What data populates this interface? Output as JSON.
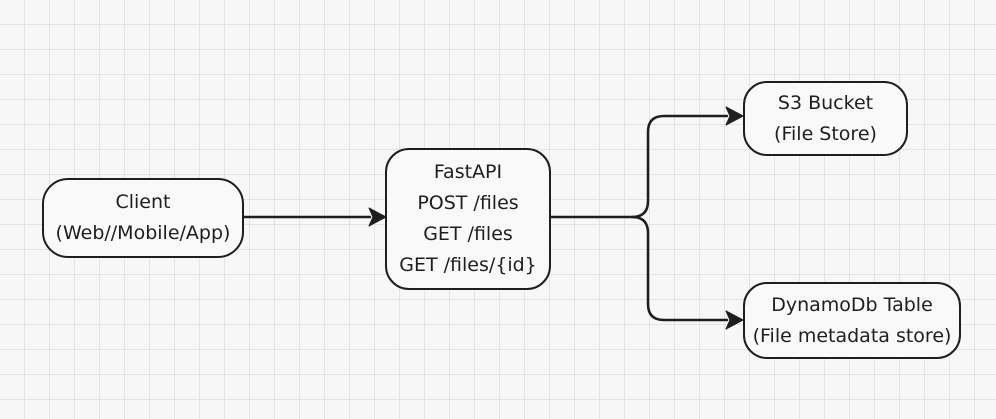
{
  "diagram": {
    "nodes": {
      "client": {
        "lines": [
          "Client",
          "(Web//Mobile/App)"
        ]
      },
      "api": {
        "lines": [
          "FastAPI",
          "POST /files",
          "GET /files",
          "GET /files/{id}"
        ]
      },
      "s3": {
        "lines": [
          "S3 Bucket",
          "(File Store)"
        ]
      },
      "db": {
        "lines": [
          "DynamoDb Table",
          "(File metadata store)"
        ]
      }
    },
    "edges": [
      {
        "from": "client",
        "to": "api"
      },
      {
        "from": "api",
        "to": "s3"
      },
      {
        "from": "api",
        "to": "db"
      }
    ]
  }
}
